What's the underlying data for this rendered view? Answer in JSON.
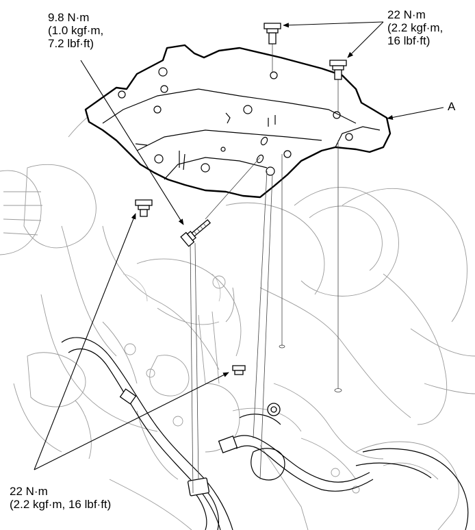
{
  "labels": {
    "torque_top_left": {
      "line1": "9.8 N·m",
      "line2": "(1.0 kgf·m,",
      "line3": "7.2 lbf·ft)"
    },
    "torque_top_right": {
      "line1": "22 N·m",
      "line2": "(2.2 kgf·m,",
      "line3": "16 lbf·ft)"
    },
    "part_callout": "A",
    "torque_bottom_left": {
      "line1": "22 N·m",
      "line2": "(2.2 kgf·m, 16 lbf·ft)"
    }
  },
  "colors": {
    "line": "#000000",
    "background_art": "#9a9a9a"
  }
}
